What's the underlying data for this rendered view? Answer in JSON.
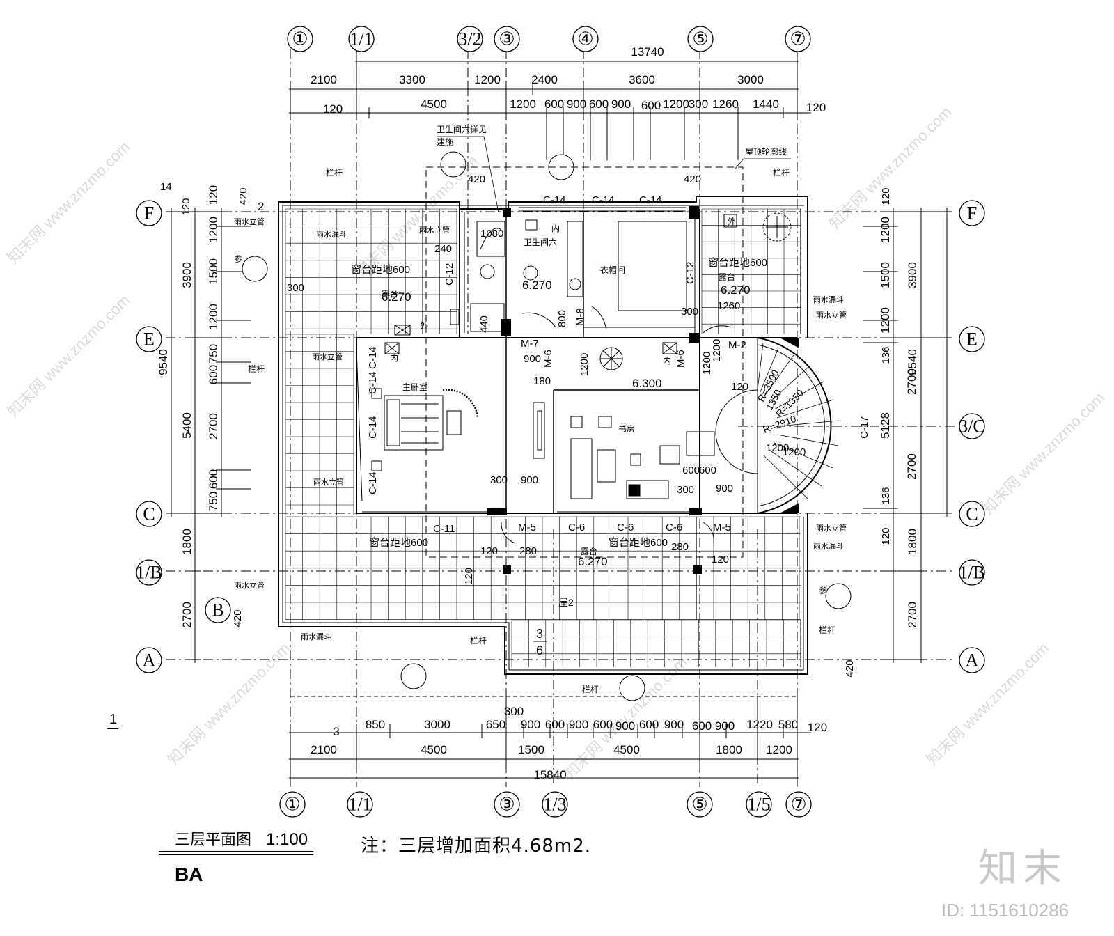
{
  "drawing": {
    "title": "三层平面图",
    "scale": "1:100",
    "note": "注：三层增加面积4.68m2.",
    "sheet_code": "BA",
    "side_label": "1",
    "section_mark": "3"
  },
  "watermark": {
    "brand": "知末",
    "id": "ID: 1151610286",
    "site_text": "知末网 www.znzmo.com"
  },
  "axes": {
    "top": [
      "①",
      "1/1",
      "3/2",
      "③",
      "④",
      "⑤",
      "⑦"
    ],
    "bottom": [
      "①",
      "1/1",
      "③",
      "1/3",
      "⑤",
      "1/5",
      "⑦"
    ],
    "left": [
      "F",
      "E",
      "C",
      "1/B",
      "B",
      "A"
    ],
    "right": [
      "F",
      "E",
      "3/C",
      "C",
      "1/B",
      "A"
    ]
  },
  "dimensions": {
    "top_total": "13740",
    "top_row1": [
      "2100",
      "3300",
      "1200",
      "2400",
      "3600",
      "3000"
    ],
    "top_row2": [
      "120",
      "4500",
      "1200",
      "600",
      "900",
      "600",
      "900",
      "600",
      "1200",
      "300",
      "1260",
      "1440",
      "120"
    ],
    "bottom_total": "15840",
    "bottom_row1": [
      "850",
      "3000",
      "650",
      "900",
      "600",
      "900",
      "600",
      "900",
      "600",
      "900",
      "600",
      "900",
      "1220",
      "580",
      "120"
    ],
    "bottom_row2": [
      "2100",
      "4500",
      "1500",
      "4500",
      "1800",
      "1200"
    ],
    "bottom_extra": "300",
    "left_total": "9540",
    "left_row1": [
      "3900",
      "5400",
      "1800",
      "2700"
    ],
    "left_row2": [
      "120",
      "1200",
      "1500",
      "1200",
      "750",
      "600",
      "2700",
      "600",
      "750"
    ],
    "left_misc": [
      "14",
      "120",
      "420",
      "2",
      "420"
    ],
    "right_total": "9540",
    "right_row1": [
      "3900",
      "5128",
      "1800",
      "2700"
    ],
    "right_row2": [
      "120",
      "1200",
      "1500",
      "1200",
      "136",
      "2700",
      "2700",
      "136",
      "120"
    ],
    "right_misc": "420"
  },
  "rooms": {
    "master_bedroom": "主卧室",
    "study": "书房",
    "closet": "衣帽间",
    "bathroom": "卫生间六",
    "terrace": "露台",
    "roof": "屋2"
  },
  "labels": {
    "bath_note": "卫生间六详见",
    "bath_note2": "建施",
    "roof_outline": "屋顶轮廓线",
    "railing": "栏杆",
    "downpipe": "雨水立管",
    "rain_hopper": "雨水漏斗",
    "sill": "窗台距地600",
    "ref": "参",
    "inner": "内",
    "outer": "外",
    "stair_3_6": "3",
    "stair_6": "6"
  },
  "levels": [
    "6.270",
    "6.270",
    "6.270",
    "6.300",
    "6.270"
  ],
  "tags": {
    "windows": [
      "C-14",
      "C-14",
      "C-14",
      "C-12",
      "C-12",
      "C-17",
      "C-14",
      "C-14",
      "C-14",
      "C-11",
      "C-6",
      "C-6",
      "C-6",
      "C-14"
    ],
    "doors": [
      "M-7",
      "M-8",
      "M-6",
      "M-6",
      "M-2",
      "M-5",
      "M-5"
    ]
  },
  "misc_numbers": [
    "420",
    "420",
    "1080",
    "240",
    "1260",
    "300",
    "800",
    "440",
    "900",
    "180",
    "1200",
    "1200",
    "300",
    "120",
    "300",
    "900",
    "600",
    "600",
    "300",
    "900",
    "120",
    "280",
    "120",
    "280",
    "120",
    "1200",
    "1200",
    "1350",
    "R=3500",
    "R=1350",
    "R=2910",
    "1200"
  ]
}
